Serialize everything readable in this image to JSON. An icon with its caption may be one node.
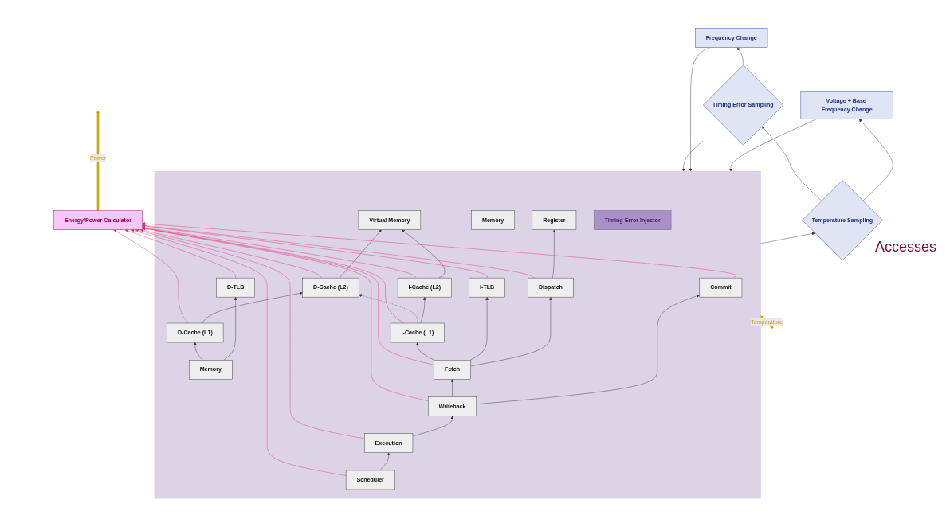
{
  "diagram": {
    "nodes": [
      {
        "text": [],
        "shape": "box"
      },
      {
        "text": [
          "Temperature Sampling"
        ]
      },
      {
        "text": [
          "Voltage + Base Frequency Change"
        ]
      },
      {
        "text": [
          "Timing Error Sampling"
        ]
      },
      {
        "text": [
          "Frequency Change"
        ]
      },
      {
        "text": [
          "Commit"
        ],
        "in": 0
      },
      {
        "text": [
          "Writeback"
        ],
        "in": 0
      },
      {
        "text": [
          "Execution"
        ],
        "in": 0
      },
      {
        "text": [
          "Memory"
        ],
        "in": 0
      },
      {
        "text": [
          "D-TLB"
        ],
        "in": 0
      },
      {
        "text": [
          "D-Cache (L1)"
        ],
        "in": 0
      },
      {
        "text": [
          "D-Cache (L2)"
        ],
        "in": 0
      },
      {
        "text": [
          "Scheduler"
        ],
        "in": 0
      },
      {
        "text": [
          "Register"
        ],
        "in": 0
      },
      {
        "text": [
          "Memory"
        ],
        "in": 0
      },
      {
        "text": [
          "Virtual Memory"
        ],
        "in": 0
      },
      {
        "text": [
          "Dispatch"
        ],
        "in": 0
      },
      {
        "text": [
          "I-TLB"
        ],
        "in": 0
      },
      {
        "text": [
          "Fetch"
        ],
        "in": 0
      },
      {
        "text": [
          "I-Cache (L1)"
        ],
        "in": 0
      },
      {
        "text": [
          "I-Cache (L2)"
        ],
        "in": 0
      },
      {
        "text": [
          "Timing Error Injector"
        ],
        "in": 0
      },
      {
        "text": [
          "Energy/Power Calculator"
        ]
      }
    ],
    "edges": [
      {
        "from": 0,
        "to": 1,
        "arrow": "to"
      },
      {
        "from": 1,
        "to": 2,
        "arrow": "to"
      },
      {
        "from": 1,
        "to": 3,
        "arrow": "to"
      },
      {
        "from": 2,
        "to": 0,
        "arrow": "to"
      },
      {
        "from": 3,
        "to": 4,
        "arrow": "to"
      },
      {
        "from": 3,
        "to": 0,
        "arrow": "to"
      },
      {
        "from": 4,
        "to": 0,
        "arrow": "to"
      },
      {
        "from": 18,
        "to": 16,
        "arrow": "to"
      },
      {
        "from": 16,
        "to": 13,
        "arrow": "to"
      },
      {
        "from": 12,
        "to": 7,
        "arrow": "to"
      },
      {
        "from": 7,
        "to": 6,
        "arrow": "to"
      },
      {
        "from": 6,
        "to": 5,
        "arrow": "to"
      },
      {
        "from": 8,
        "to": 9,
        "arrow": "to"
      },
      {
        "from": 8,
        "to": 10,
        "arrow": "to"
      },
      {
        "from": 10,
        "to": 11,
        "arrow": "to"
      },
      {
        "from": 11,
        "to": 15,
        "arrow": "to"
      },
      {
        "from": 20,
        "to": 15,
        "arrow": "to"
      },
      {
        "from": 18,
        "to": 17,
        "arrow": "to"
      },
      {
        "from": 18,
        "to": 19,
        "arrow": "to"
      },
      {
        "from": 19,
        "to": 20,
        "arrow": "to"
      },
      {
        "from": 19,
        "to": 11,
        "arrow": "to",
        "style": "dashed"
      },
      {
        "from": 6,
        "to": 18,
        "arrow": "to"
      },
      {
        "from": 5,
        "to": 22,
        "arrow": "to",
        "color": "#e8306a"
      },
      {
        "from": 6,
        "to": 22,
        "arrow": "to",
        "color": "#e8306a"
      },
      {
        "from": 9,
        "to": 22,
        "arrow": "to",
        "color": "#e8306a"
      },
      {
        "from": 10,
        "to": 22,
        "arrow": "to",
        "color": "#e8306a"
      },
      {
        "from": 7,
        "to": 22,
        "arrow": "to",
        "color": "#e8306a"
      },
      {
        "from": 11,
        "to": 22,
        "arrow": "to",
        "color": "#e8306a"
      },
      {
        "from": 12,
        "to": 22,
        "arrow": "to",
        "color": "#e8306a"
      },
      {
        "from": 16,
        "to": 22,
        "arrow": "to",
        "color": "#e8306a"
      },
      {
        "from": 17,
        "to": 22,
        "arrow": "to",
        "color": "#e8306a"
      },
      {
        "from": 19,
        "to": 22,
        "arrow": "to",
        "color": "#e8306a"
      },
      {
        "from": 20,
        "to": 22,
        "arrow": "to",
        "color": "#e8306a"
      },
      {
        "from": 18,
        "to": 22,
        "arrow": "to",
        "color": "#e8306a"
      },
      {
        "from": null,
        "to": 0,
        "arrow": "to",
        "label": "Temperature",
        "style": "thick",
        "color": "#c8a800"
      },
      {
        "from": 22,
        "to": null,
        "arrow": "to",
        "label": "Power",
        "style": "thick",
        "color": "#c8a800"
      }
    ],
    "labels": [
      "Accesses"
    ]
  }
}
